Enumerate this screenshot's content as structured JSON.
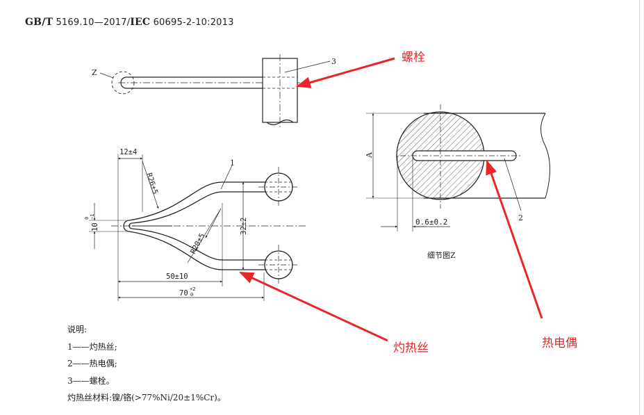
{
  "header": {
    "standard_prefix": "GB/T",
    "standard_number": " 5169.10—2017/",
    "iec_prefix": "IEC",
    "iec_number": " 60695-2-10:2013"
  },
  "drawing": {
    "labels": {
      "z_marker": "Z",
      "callout_3": "3",
      "callout_1": "1",
      "callout_2": "2",
      "dim_a": "A",
      "dim_12": "12±4",
      "dim_r26": "R26±5",
      "dim_r20": "R20±5",
      "dim_10": "10",
      "dim_10_upper": "0",
      "dim_10_lower": "−1",
      "dim_32": "32±2",
      "dim_50": "50±10",
      "dim_70": "70",
      "dim_70_upper": "+2",
      "dim_70_lower": "0",
      "dim_06": "0.6±0.2",
      "detail_caption": "细节图Z"
    },
    "annotations": {
      "bolt": "螺栓",
      "thermocouple": "热电偶",
      "glow_wire": "灼热丝",
      "color": "#e8262a"
    }
  },
  "legend": {
    "title": "说明:",
    "item_1": "1——灼热丝;",
    "item_2": "2——热电偶;",
    "item_3": "3——螺栓。",
    "material": "灼热丝材料:镍/铬(>77%Ni/20±1%Cr)。"
  }
}
